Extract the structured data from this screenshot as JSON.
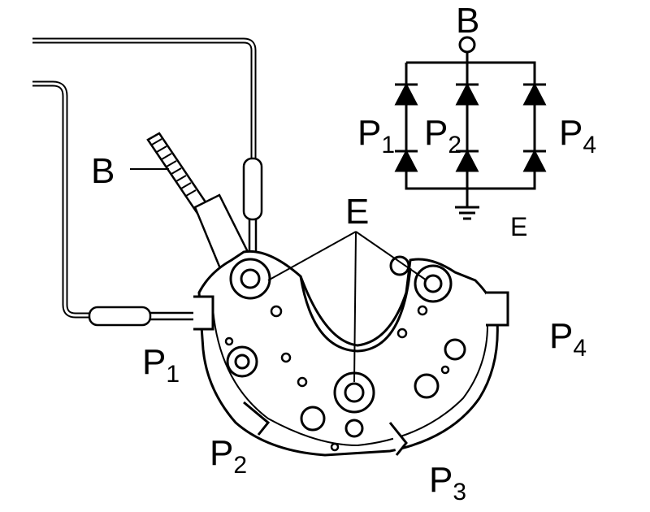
{
  "labels": {
    "b_terminal": "B",
    "b_schematic": "B",
    "e_center": "E",
    "e_schematic": "E",
    "p_letter": "P",
    "p1_sub": "1",
    "p2_sub": "2",
    "p3_sub": "3",
    "p4_sub": "4"
  }
}
